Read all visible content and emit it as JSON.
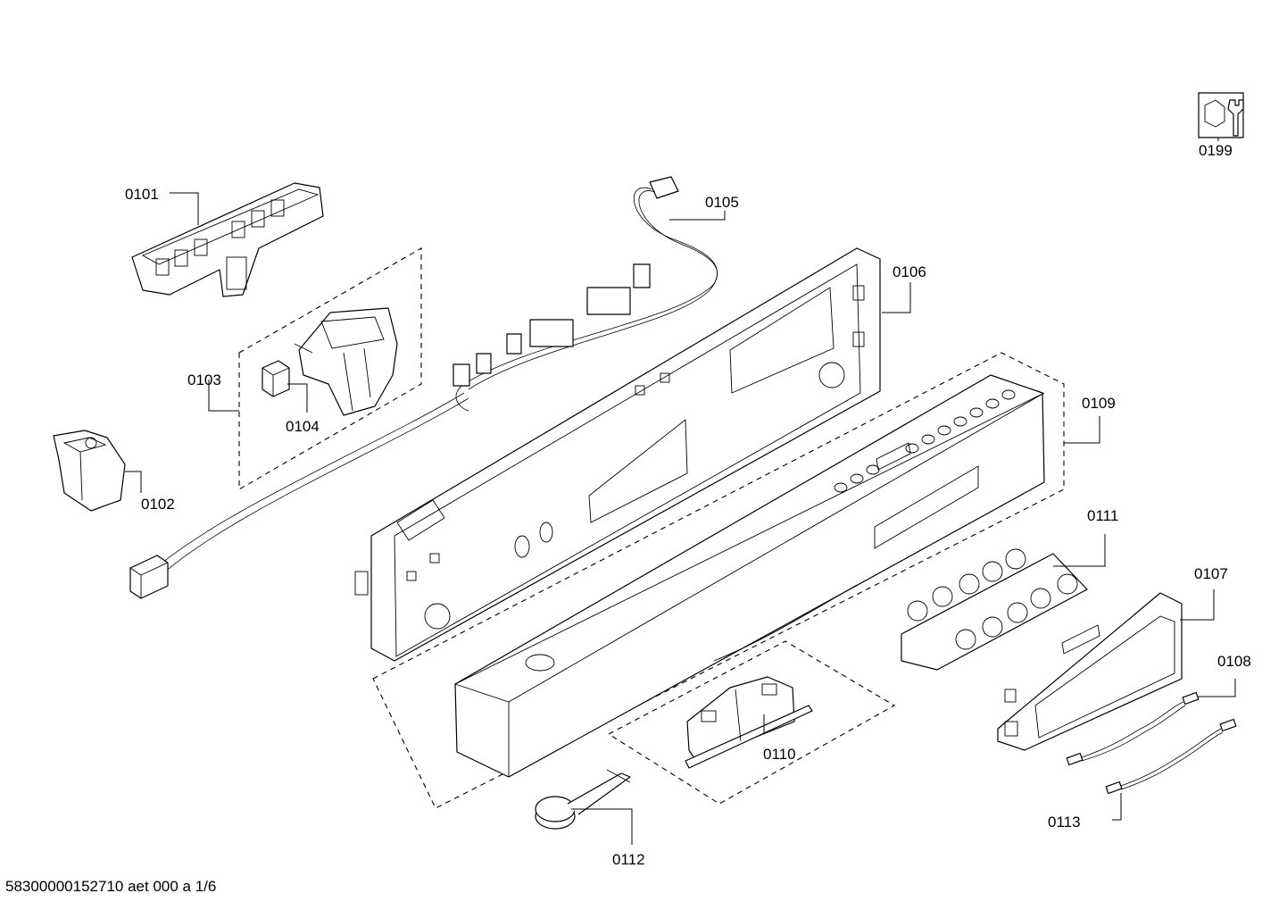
{
  "labels": {
    "p0101": "0101",
    "p0102": "0102",
    "p0103": "0103",
    "p0104": "0104",
    "p0105": "0105",
    "p0106": "0106",
    "p0107": "0107",
    "p0108": "0108",
    "p0109": "0109",
    "p0110": "0110",
    "p0111": "0111",
    "p0112": "0112",
    "p0113": "0113",
    "p0199": "0199"
  },
  "footer": "58300000152710 aet 000 a 1/6",
  "icons": {
    "p0199": "wrench-nut-icon"
  }
}
